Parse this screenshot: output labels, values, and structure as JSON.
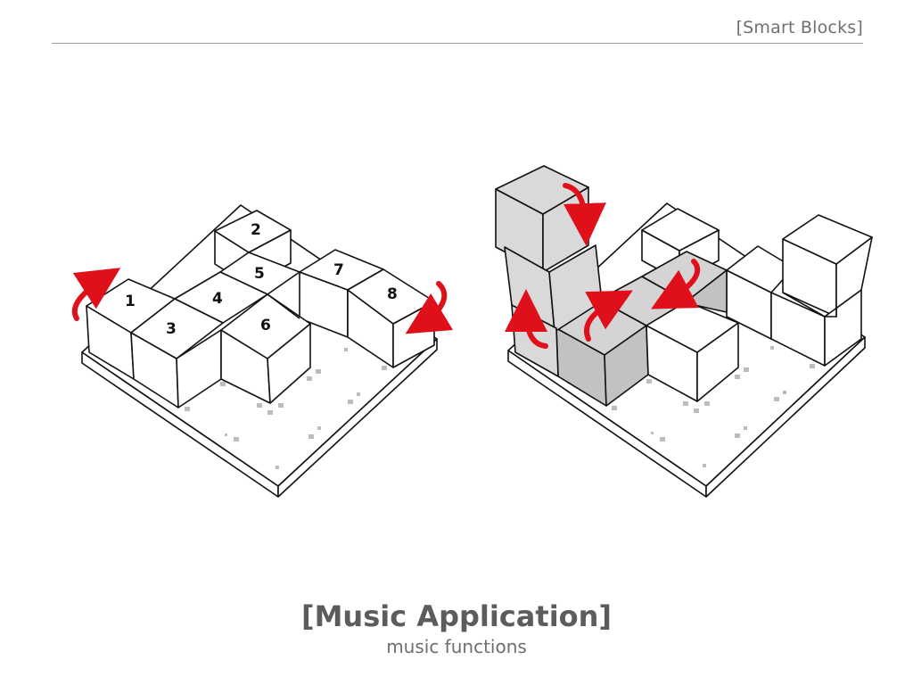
{
  "header": {
    "label": "[Smart Blocks]"
  },
  "footer": {
    "title": "[Music Application]",
    "subtitle": "music functions"
  },
  "left_scene": {
    "block_labels": [
      "1",
      "2",
      "3",
      "4",
      "5",
      "6",
      "7",
      "8"
    ]
  },
  "colors": {
    "arrow": "#e0101b",
    "highlight_top": "#d4d4d4",
    "highlight_side": "#c2c2c2",
    "outline": "#111111",
    "board_dot": "#bdbdbd"
  }
}
